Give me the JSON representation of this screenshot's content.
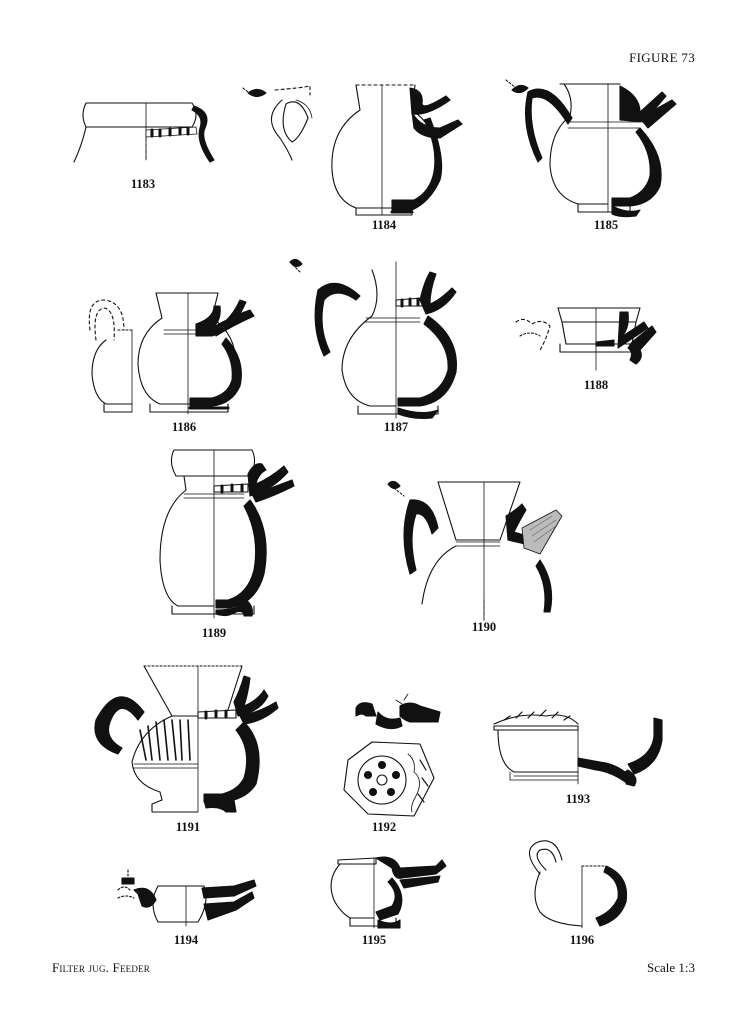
{
  "figure_title": "FIGURE 73",
  "caption": "Filter jug. Feeder",
  "scale": "Scale 1:3",
  "catalogue": [
    {
      "num": "1183",
      "icon": "filter-jug-rim-profile"
    },
    {
      "num": "1184",
      "icon": "filter-jug-profile"
    },
    {
      "num": "1185",
      "icon": "filter-jug-profile"
    },
    {
      "num": "1186",
      "icon": "filter-jug-profile"
    },
    {
      "num": "1187",
      "icon": "filter-jug-profile"
    },
    {
      "num": "1188",
      "icon": "feeder-rim-profile"
    },
    {
      "num": "1189",
      "icon": "filter-jug-profile"
    },
    {
      "num": "1190",
      "icon": "filter-jug-profile"
    },
    {
      "num": "1191",
      "icon": "ribbed-filter-jug-profile"
    },
    {
      "num": "1192",
      "icon": "filter-strainer-fragment"
    },
    {
      "num": "1193",
      "icon": "feeder-bowl-profile"
    },
    {
      "num": "1194",
      "icon": "feeder-profile"
    },
    {
      "num": "1195",
      "icon": "feeder-profile"
    },
    {
      "num": "1196",
      "icon": "feeder-profile"
    }
  ],
  "colors": {
    "ink": "#111111",
    "paper": "#ffffff",
    "hatch": "#777777"
  }
}
